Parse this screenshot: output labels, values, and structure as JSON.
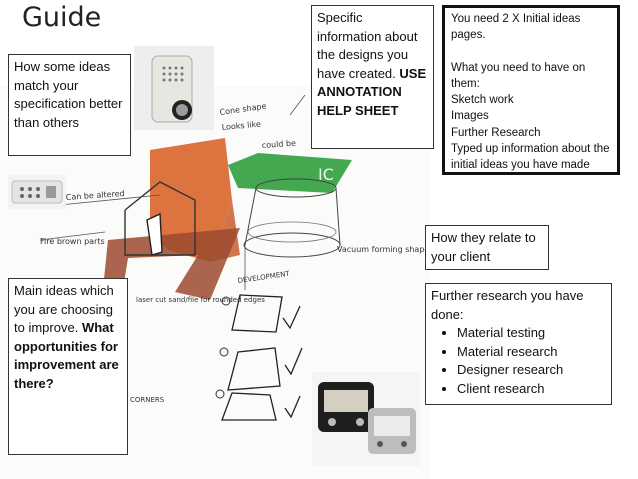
{
  "title": "Guide",
  "boxes": {
    "spec": "How some ideas match your specification better than others",
    "annotation": {
      "text": "Specific information about the designs you have created.",
      "bold": "USE ANNOTATION HELP SHEET"
    },
    "requirements": {
      "line1": "You need 2 X Initial ideas pages.",
      "line2": "What you need to have on them:",
      "items": [
        "Sketch work",
        "Images",
        "Further Research",
        "Typed up information about the initial ideas you have made"
      ]
    },
    "client": "How they relate to your client",
    "research": {
      "intro": "Further research you have done:",
      "items": [
        "Material testing",
        "Material research",
        "Designer research",
        "Client research"
      ]
    },
    "main": {
      "text": "Main ideas which you are choosing to improve.",
      "bold": "What opportunities for improvement are there?"
    }
  },
  "sketch_notes": {
    "cone": "Cone shape",
    "looks": "Looks like",
    "could": "could be",
    "can_be": "Can be altered",
    "fire": "Fire brown parts",
    "vacuum": "Vacuum forming shape",
    "development": "DEVELOPMENT",
    "laser": "laser cut sand/file for rounded edges",
    "corners": "CORNERS",
    "ic": "IC"
  },
  "colors": {
    "orange": "#d9642a",
    "green": "#2f9e3c",
    "brown": "#9c4a30"
  }
}
